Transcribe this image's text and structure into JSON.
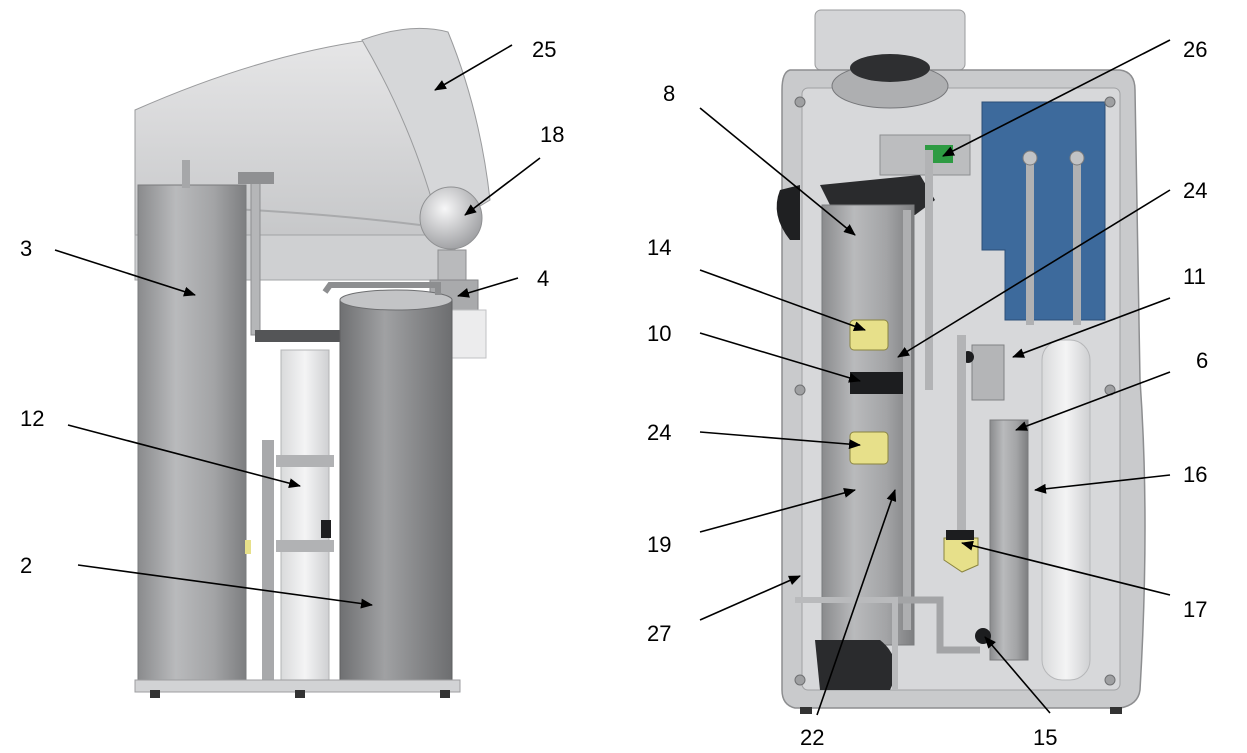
{
  "diagram": {
    "callouts": [
      {
        "id": "3",
        "label": "3"
      },
      {
        "id": "12",
        "label": "12"
      },
      {
        "id": "2",
        "label": "2"
      },
      {
        "id": "25",
        "label": "25"
      },
      {
        "id": "18",
        "label": "18"
      },
      {
        "id": "4",
        "label": "4"
      },
      {
        "id": "8",
        "label": "8"
      },
      {
        "id": "14",
        "label": "14"
      },
      {
        "id": "10",
        "label": "10"
      },
      {
        "id": "24a",
        "label": "24"
      },
      {
        "id": "19",
        "label": "19"
      },
      {
        "id": "27",
        "label": "27"
      },
      {
        "id": "22",
        "label": "22"
      },
      {
        "id": "26",
        "label": "26"
      },
      {
        "id": "24b",
        "label": "24"
      },
      {
        "id": "11",
        "label": "11"
      },
      {
        "id": "6",
        "label": "6"
      },
      {
        "id": "16",
        "label": "16"
      },
      {
        "id": "17",
        "label": "17"
      },
      {
        "id": "15",
        "label": "15"
      }
    ]
  },
  "colors": {
    "housing": "#c8c9cb",
    "tank_dark": "#8d8e90",
    "panel_blue": "#3d6a9c",
    "cartridge_yellow": "#e7e08a",
    "board_green": "#2e9b43",
    "line": "#000000"
  }
}
